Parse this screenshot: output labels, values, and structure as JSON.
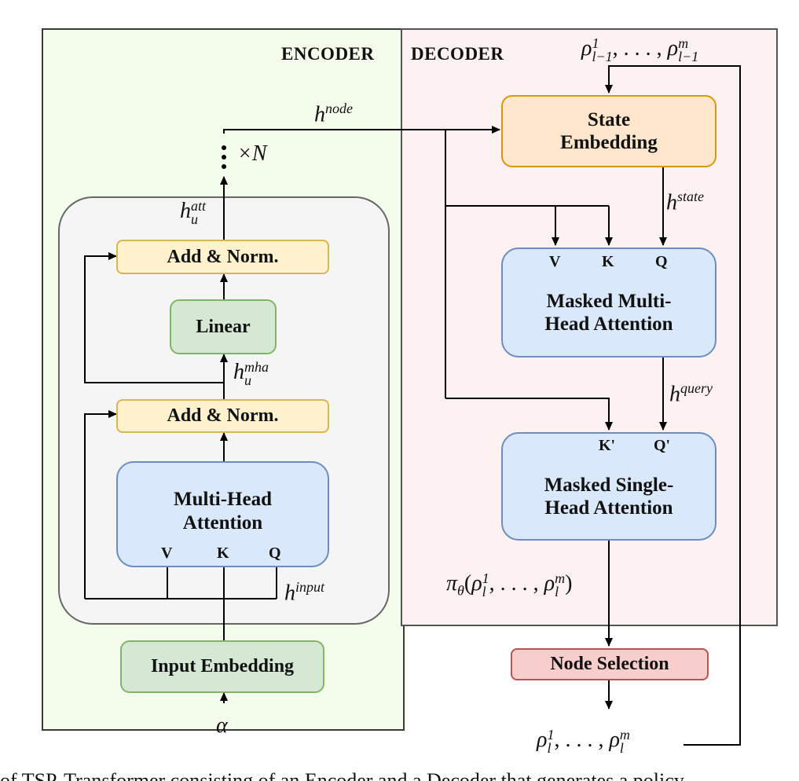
{
  "encoder": {
    "title": "ENCODER",
    "bg": "#f4fdec",
    "border": "#3a3a3a"
  },
  "decoder": {
    "title": "DECODER",
    "bg": "#fdf1f1",
    "border": "#555555"
  },
  "boxes": {
    "add_norm_top": "Add & Norm.",
    "linear": "Linear",
    "add_norm_bottom": "Add & Norm.",
    "mha_line1": "Multi-Head",
    "mha_line2": "Attention",
    "input_embedding": "Input Embedding",
    "state_line1": "State",
    "state_line2": "Embedding",
    "mmha_line1": "Masked Multi-",
    "mmha_line2": "Head Attention",
    "msha_line1": "Masked Single-",
    "msha_line2": "Head Attention",
    "node_selection": "Node Selection"
  },
  "ports": {
    "v": "V",
    "k": "K",
    "q": "Q",
    "k_prime": "K'",
    "q_prime": "Q'"
  },
  "math": {
    "h_node": {
      "base": "h",
      "sup": "node"
    },
    "times_n": "×N",
    "h_att": {
      "base": "h",
      "sup": "att",
      "sub": "u"
    },
    "h_mha": {
      "base": "h",
      "sup": "mha",
      "sub": "u"
    },
    "h_input": {
      "base": "h",
      "sup": "input"
    },
    "h_state": {
      "base": "h",
      "sup": "state"
    },
    "h_query": {
      "base": "h",
      "sup": "query"
    },
    "alpha": "α",
    "rho_prev": {
      "rho": "ρ",
      "sup_first": "1",
      "sup_last": "m",
      "sub": "l−1",
      "sep": ", . . . , "
    },
    "pi": {
      "pi": "π",
      "pi_sub": "θ",
      "rho": "ρ",
      "sup_first": "1",
      "sup_last": "m",
      "sub": "l",
      "sep": ", . . . , "
    },
    "rho_out": {
      "rho": "ρ",
      "sup_first": "1",
      "sup_last": "m",
      "sub": "l",
      "sep": ", . . . , "
    }
  },
  "caption": "of TSP-Transformer consisting of an Encoder and a Decoder that generates a policy",
  "colors": {
    "yellow_fill": "#fff2cc",
    "yellow_stroke": "#d6b656",
    "green_fill": "#d5e8d4",
    "green_stroke": "#82b366",
    "blue_fill": "#dae8fc",
    "blue_stroke": "#6c8ebf",
    "orange_fill": "#ffe6cc",
    "orange_stroke": "#d79b00",
    "red_fill": "#f8cecc",
    "red_stroke": "#b85450",
    "block_fill": "#f5f5f5",
    "block_stroke": "#666666"
  }
}
